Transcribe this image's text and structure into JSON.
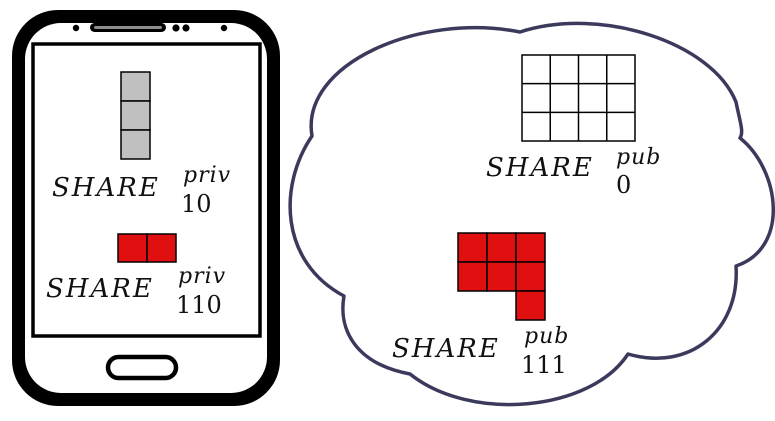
{
  "colors": {
    "phone_body": "#000000",
    "phone_screen": "#ffffff",
    "cloud_stroke": "#3b3a5c",
    "cloud_fill": "#ffffff",
    "private_block_gray": "#c0c0c0",
    "share_red": "#e01010",
    "grid_stroke": "#000000"
  },
  "icons": {
    "phone": "smartphone-icon",
    "cloud": "cloud-icon"
  },
  "phone": {
    "shares": [
      {
        "base": "SHARE",
        "sup": "priv",
        "sub": "10",
        "block": "gray-column-3"
      },
      {
        "base": "SHARE",
        "sup": "priv",
        "sub": "110",
        "block": "red-row-2"
      }
    ]
  },
  "cloud": {
    "shares": [
      {
        "base": "SHARE",
        "sup": "pub",
        "sub": "0",
        "block": "empty-grid-4x3"
      },
      {
        "base": "SHARE",
        "sup": "pub",
        "sub": "111",
        "block": "red-l-shape"
      }
    ]
  }
}
